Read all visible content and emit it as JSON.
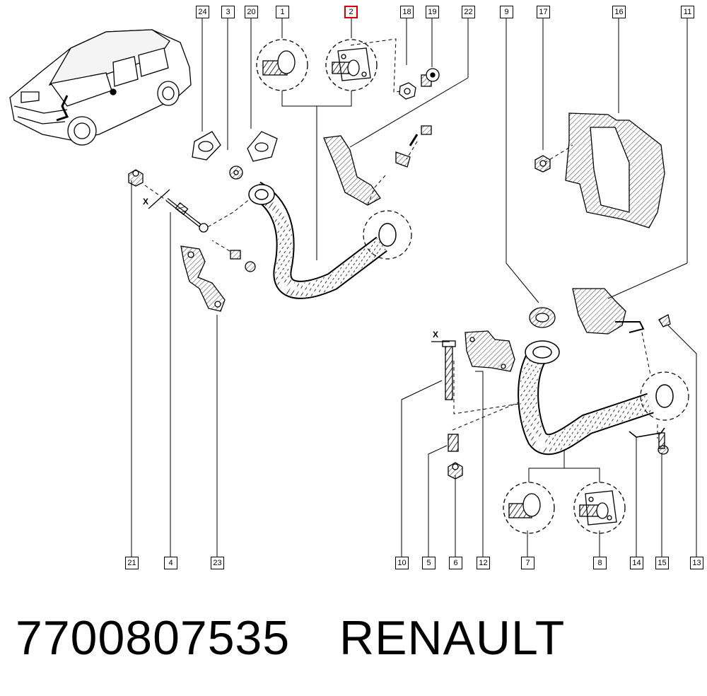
{
  "footer": {
    "part_number": "7700807535",
    "brand": "RENAULT"
  },
  "diagram": {
    "callouts_top": [
      "24",
      "3",
      "20",
      "1",
      "2",
      "18",
      "19",
      "22",
      "9",
      "17",
      "16",
      "11"
    ],
    "callouts_bottom": [
      "21",
      "4",
      "23",
      "10",
      "5",
      "6",
      "12",
      "7",
      "8",
      "14",
      "15",
      "13"
    ],
    "highlighted_callout": "2",
    "axis_marker": "X"
  },
  "colors": {
    "line": "#000000",
    "highlight": "#d40000",
    "background": "#ffffff"
  }
}
